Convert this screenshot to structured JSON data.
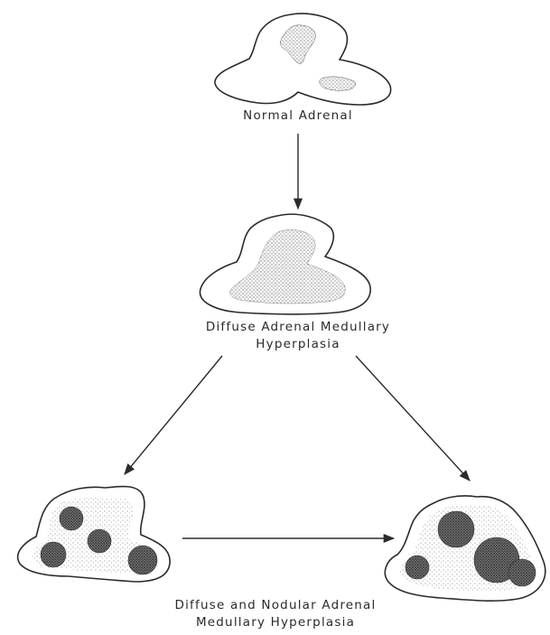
{
  "labels": {
    "normal": "Normal  Adrenal",
    "diffuse_line1": "Diffuse  Adrenal  Medullary",
    "diffuse_line2": "Hyperplasia",
    "nodular_line1": "Diffuse  and  Nodular  Adrenal",
    "nodular_line2": "Medullary  Hyperplasia"
  },
  "colors": {
    "outline": "#2b2b2b",
    "stipple": "#6a6a6a",
    "nodule": "#333333"
  }
}
